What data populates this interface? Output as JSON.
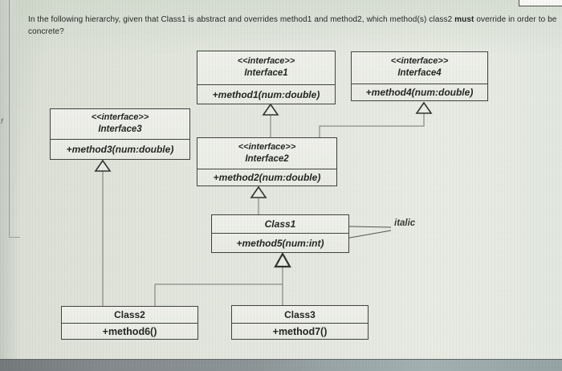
{
  "question": {
    "before": "In the following hierarchy, given that Class1 is abstract and overrides method1 and method2, which method(s) class2 ",
    "must": "must",
    "after": " override in order to be concrete?"
  },
  "diagram": {
    "interface1": {
      "stereotype": "<<interface>>",
      "name": "Interface1",
      "method": "+method1(num:double)"
    },
    "interface4": {
      "stereotype": "<<interface>>",
      "name": "Interface4",
      "method": "+method4(num:double)"
    },
    "interface3": {
      "stereotype": "<<interface>>",
      "name": "Interface3",
      "method": "+method3(num:double)"
    },
    "interface2": {
      "stereotype": "<<interface>>",
      "name": "Interface2",
      "method": "+method2(num:double)"
    },
    "class1": {
      "name": "Class1",
      "method": "+method5(num:int)"
    },
    "class2": {
      "name": "Class2",
      "method": "+method6()"
    },
    "class3": {
      "name": "Class3",
      "method": "+method7()"
    },
    "annotation_label": "italic"
  },
  "artifacts": {
    "left_edge_glyph": "f"
  },
  "colors": {
    "canvas": "#e5e8e1",
    "box_fill": "#eef0ea",
    "box_border": "#3d3f3c",
    "connector": "#70756f",
    "question_text": "#1c211e",
    "taskbar": "#8d9598"
  }
}
